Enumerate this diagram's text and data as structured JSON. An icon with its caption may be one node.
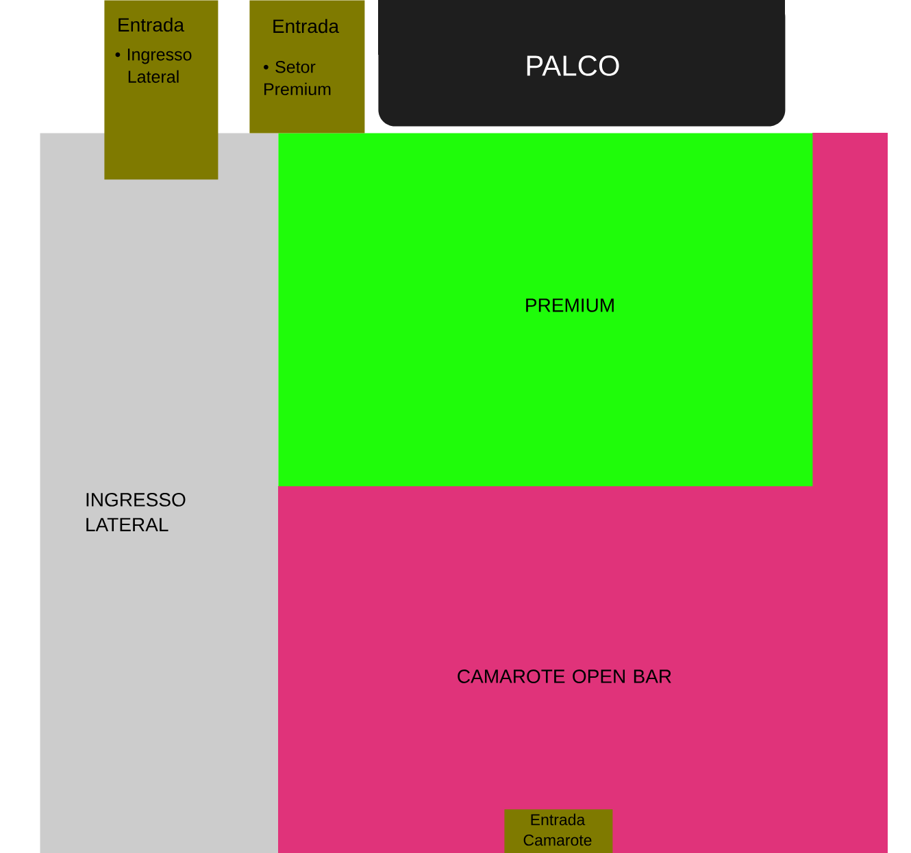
{
  "diagram": {
    "nodes": [
      {
        "text": [
          "Entrada",
          "• Ingresso Lateral"
        ]
      },
      {
        "text": [
          "Entrada",
          "• Setor Premium"
        ]
      },
      {
        "text": [
          "PALCO"
        ]
      },
      {
        "text": [
          "INGRESSO LATERAL"
        ]
      },
      {
        "text": [
          "PREMIUM"
        ]
      },
      {
        "text": [
          "CAMAROTE OPEN BAR"
        ]
      },
      {
        "text": [
          "Entrada Camarote"
        ],
        "in": 5
      }
    ]
  }
}
